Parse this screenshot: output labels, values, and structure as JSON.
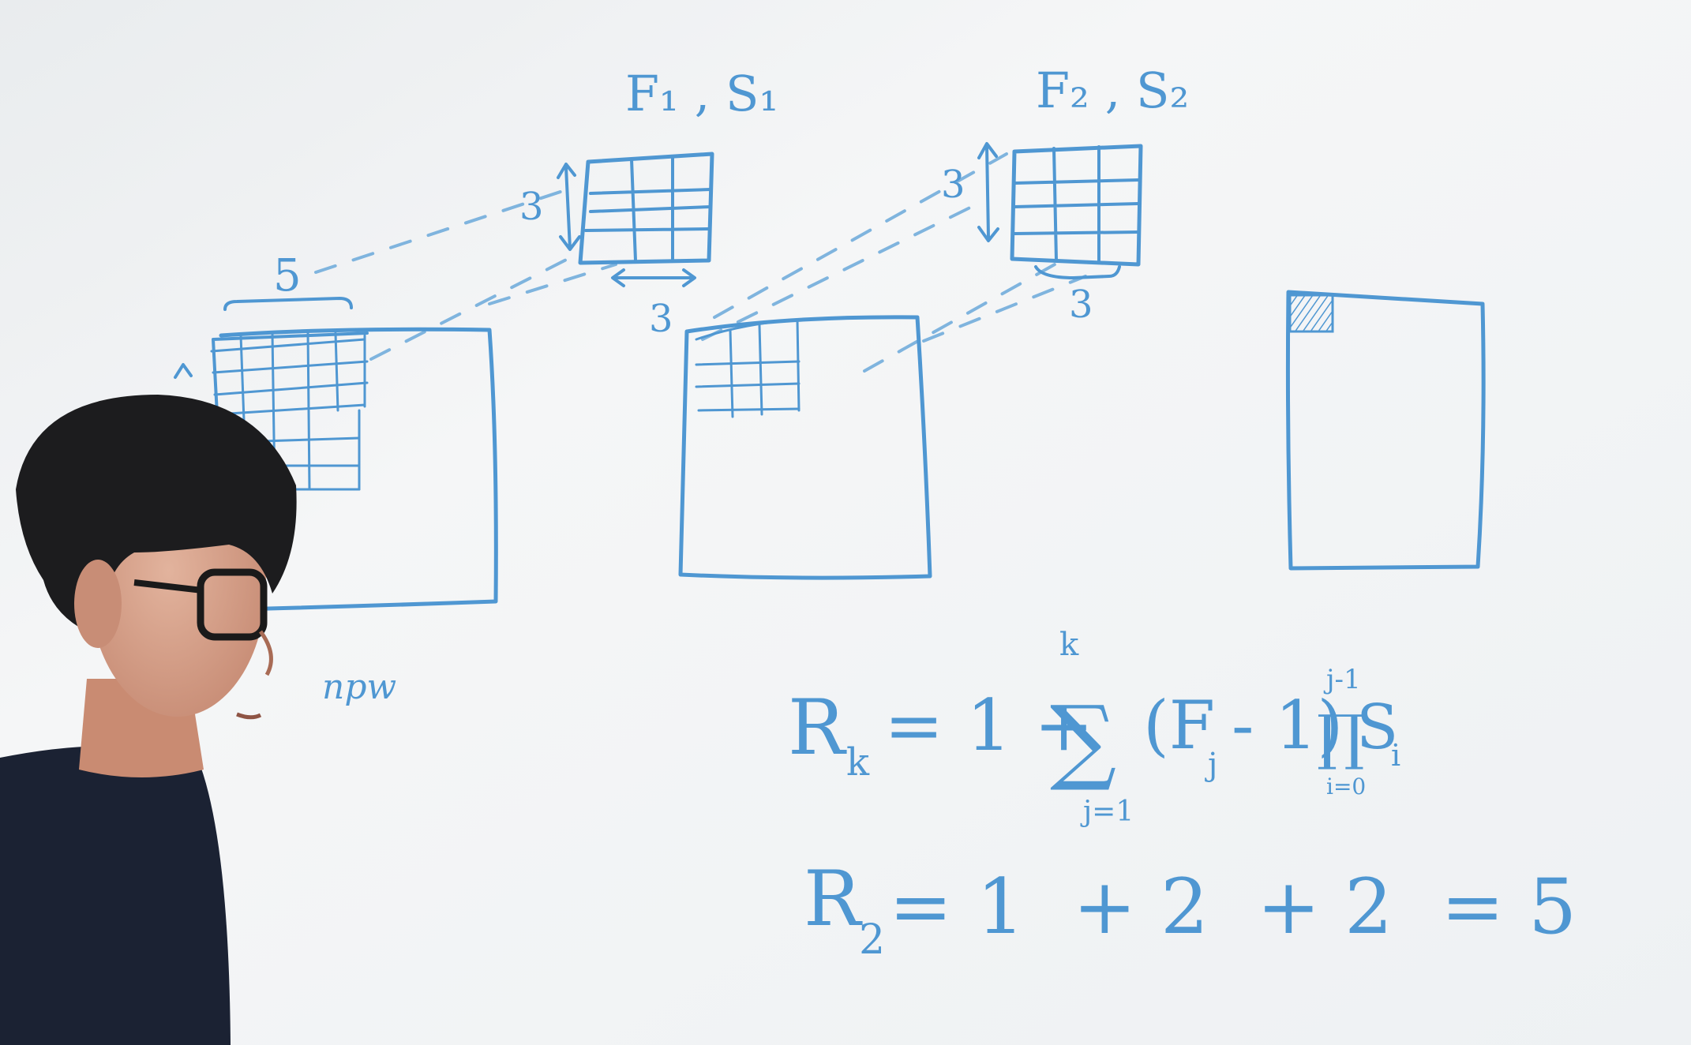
{
  "whiteboard": {
    "filter1_label": "F₁ , S₁",
    "filter2_label": "F₂ , S₂",
    "filter1_height": "3",
    "filter1_width": "3",
    "filter2_height": "3",
    "filter2_width": "3",
    "input_span": "5",
    "input_label": "npw",
    "formula_lhs": "R",
    "formula_lhs_sub": "k",
    "formula_rhs": "= 1 + ",
    "formula_sum_upper": "k",
    "formula_sum_lower": "j=1",
    "formula_term": "(F",
    "formula_term_sub": "j",
    "formula_term_rest": "- 1)",
    "formula_prod_upper": "j-1",
    "formula_prod_lower": "i=0",
    "formula_prod_term": "S",
    "formula_prod_sub": "i",
    "result_lhs": "R",
    "result_lhs_sub": "2",
    "result_rhs": "= 1  + 2  + 2  = 5"
  },
  "colors": {
    "ink": "#4f97d2",
    "board": "#f2f4f5",
    "hair": "#1c1c1e",
    "skin": "#d8a58d",
    "sweater": "#1b2233"
  }
}
